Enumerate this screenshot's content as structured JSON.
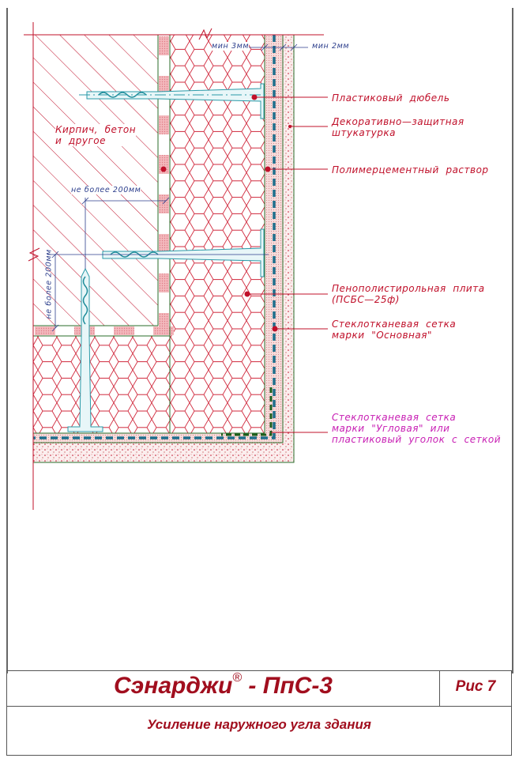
{
  "drawing": {
    "labels": {
      "dowel": "Пластиковый  дюбель",
      "plaster": "Декоративно—защитная\nштукатурка",
      "mortar": "Полимерцементный  раствор",
      "wall": "Кирпич,  бетон\nи  другое",
      "eps_plate": "Пенополистирольная  плита\n(ПСБС—25ф)",
      "mesh_main": "Стеклотканевая  сетка\nмарки  \"Основная\"",
      "mesh_corner": "Стеклотканевая  сетка\nмарки  \"Угловая\"  или\nпластиковый  уголок  с  сеткой"
    },
    "dimensions": {
      "min_3mm": "мин  3мм",
      "min_2mm": "мин  2мм",
      "max_200_h": "не  более  200мм",
      "max_200_v": "не  более  200мм"
    },
    "colors": {
      "line": "#c0102a",
      "accent": "#a10e1e",
      "mesh": "#1e6e8c",
      "corner_mesh": "#1d5e1d",
      "dim": "#2c3e8c",
      "magenta": "#c81fb4"
    }
  },
  "title_block": {
    "brand": "Сэнарджи",
    "registered": "®",
    "product": " - ПпС-3",
    "figure": "Рис 7",
    "subtitle": "Усиление наружного угла здания"
  }
}
